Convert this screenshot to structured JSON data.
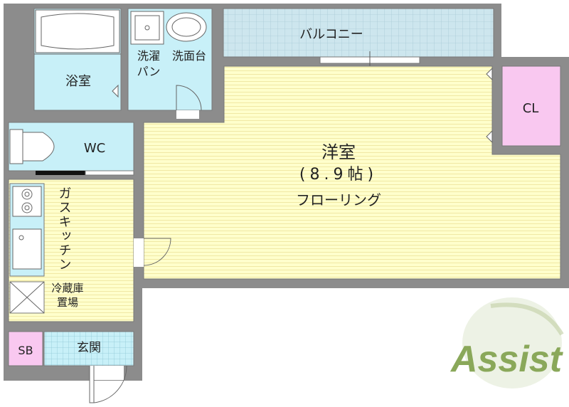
{
  "rooms": {
    "bath": "浴室",
    "washer": "洗濯",
    "washer2": "パン",
    "washbasin": "洗面台",
    "wc": "WC",
    "western_room": "洋室",
    "western_room_size": "(8.9帖)",
    "flooring": "フローリング",
    "balcony": "バルコニー",
    "closet": "CL",
    "kitchen": "ガスキッチン",
    "fridge1": "冷蔵庫",
    "fridge2": "置場",
    "shoe_box": "SB",
    "entrance": "玄関"
  },
  "logo": {
    "text": "Assist"
  },
  "colors": {
    "wall": "#8c8c8c",
    "cyan": "#c8f0f8",
    "yellow_floor": "#ffffcc",
    "closet_pink": "#f9c8f0",
    "balcony_blue": "#cde6ee",
    "logo_green": "#8aa85a"
  }
}
